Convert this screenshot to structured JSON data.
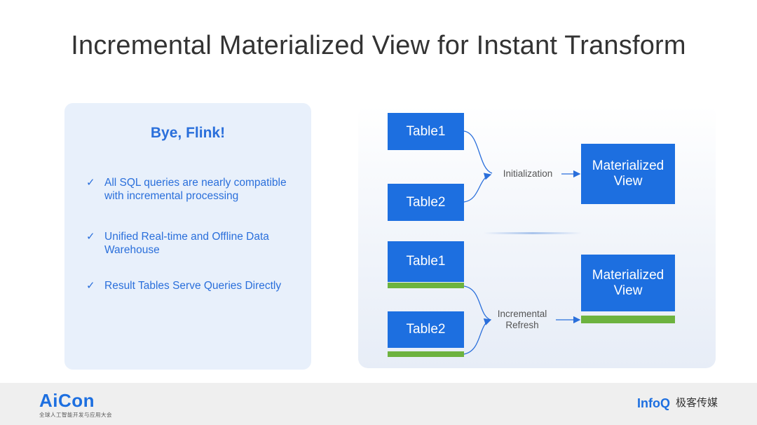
{
  "title": "Incremental Materialized View for Instant Transform",
  "left_panel": {
    "heading": "Bye, Flink!",
    "check_glyph": "✓",
    "bullets": [
      {
        "line1": "All SQL queries are nearly compatible",
        "line2": "with incremental processing"
      },
      {
        "line1": "Unified Real-time and Offline Data",
        "line2": "Warehouse"
      },
      {
        "line1": "Result Tables Serve Queries Directly",
        "line2": ""
      }
    ]
  },
  "diagram": {
    "top": {
      "table1": "Table1",
      "table2": "Table2",
      "process": "Initialization",
      "view_line1": "Materialized",
      "view_line2": "View"
    },
    "bottom": {
      "table1": "Table1",
      "table2": "Table2",
      "process_line1": "Incremental",
      "process_line2": "Refresh",
      "view_line1": "Materialized",
      "view_line2": "View"
    },
    "colors": {
      "box": "#1d6fe0",
      "delta_bar": "#6db33f",
      "arrow": "#2a6fdb"
    }
  },
  "footer": {
    "left_logo": "AiCon",
    "left_subtitle": "全球人工智能开发与应用大会",
    "right_logo": "InfoQ",
    "right_subtitle": "极客传媒"
  }
}
